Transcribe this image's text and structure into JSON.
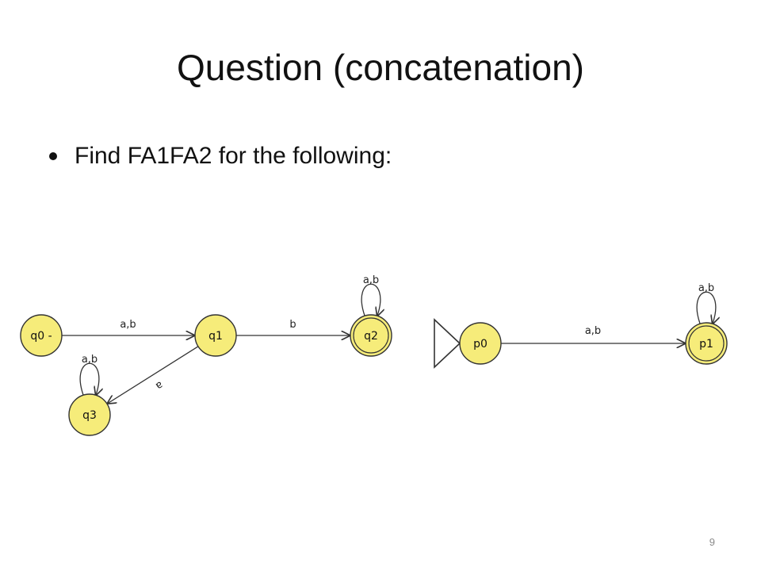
{
  "slide": {
    "title": "Question (concatenation)",
    "bullet": "Find FA1FA2 for the following:",
    "page_number": "9"
  },
  "colors": {
    "state_fill": "#f6ec7a",
    "stroke": "#333333"
  },
  "fa1": {
    "states": [
      {
        "name": "q0",
        "label": "q0 -",
        "start": true,
        "final": false
      },
      {
        "name": "q1",
        "label": "q1",
        "start": false,
        "final": false
      },
      {
        "name": "q2",
        "label": "q2",
        "start": false,
        "final": true
      },
      {
        "name": "q3",
        "label": "q3",
        "start": false,
        "final": false
      }
    ],
    "transitions": [
      {
        "from": "q0",
        "to": "q1",
        "label": "a,b"
      },
      {
        "from": "q1",
        "to": "q2",
        "label": "b"
      },
      {
        "from": "q1",
        "to": "q3",
        "label": "a"
      },
      {
        "from": "q2",
        "to": "q2",
        "label": "a,b"
      },
      {
        "from": "q3",
        "to": "q3",
        "label": "a,b"
      }
    ]
  },
  "fa2": {
    "states": [
      {
        "name": "p0",
        "label": "p0",
        "start": true,
        "final": false
      },
      {
        "name": "p1",
        "label": "p1",
        "start": false,
        "final": true
      }
    ],
    "transitions": [
      {
        "from": "p0",
        "to": "p1",
        "label": "a,b"
      },
      {
        "from": "p1",
        "to": "p1",
        "label": "a,b"
      }
    ]
  }
}
